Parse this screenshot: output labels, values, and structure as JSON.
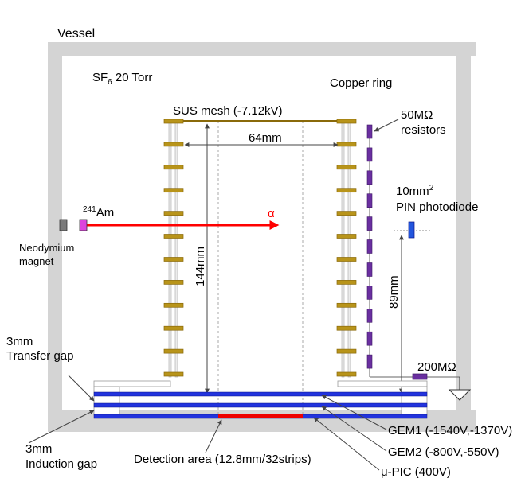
{
  "labels": {
    "vessel": "Vessel",
    "gas_main": "SF",
    "gas_sub": "6",
    "gas_rest": " 20 Torr",
    "copper_ring": "Copper ring",
    "sus_mesh": "SUS mesh (-7.12kV)",
    "resistor_value": "50MΩ",
    "resistor_word": "resistors",
    "width_dim": "64mm",
    "height_dim": "144mm",
    "am_sup": "241",
    "am_main": "Am",
    "alpha": "α",
    "pin_area": "10mm",
    "pin_area_sup": "2",
    "pin_name": "PIN photodiode",
    "pin_dist": "89mm",
    "magnet_1": "Neodymium",
    "magnet_2": "magnet",
    "transfer_1": "3mm",
    "transfer_2": "Transfer gap",
    "induction_1": "3mm",
    "induction_2": "Induction gap",
    "resistor_200": "200MΩ",
    "gem1": "GEM1 (-1540V,-1370V)",
    "gem2": "GEM2 (-800V,-550V)",
    "upic": "μ-PIC (400V)",
    "detection": "Detection area (12.8mm/32strips)"
  },
  "colors": {
    "vessel": "#d4d4d4",
    "copper": "#b8941a",
    "copper_edge": "#8a6a0a",
    "resistor": "#6a2fa0",
    "alpha": "#ff0000",
    "gem": "#2233dd",
    "detection": "#ee0000",
    "source": "#dd44dd",
    "magnet": "#7a7a7a",
    "photodiode": "#2255dd"
  },
  "ring_count": 12,
  "resistor_count": 11
}
